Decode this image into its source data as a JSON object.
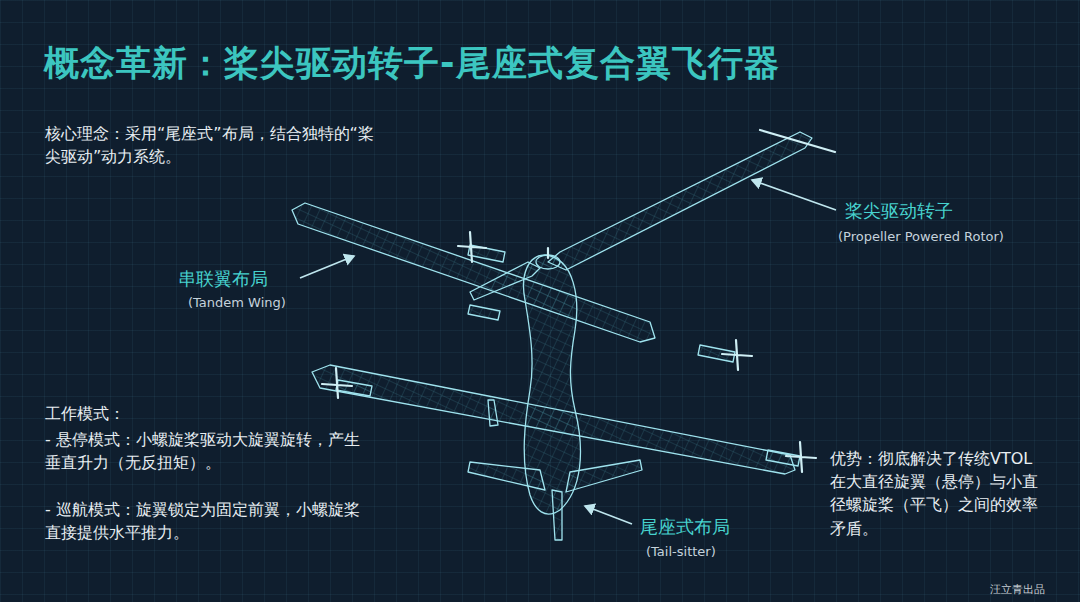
{
  "diagram": {
    "title": "概念革新：桨尖驱动转子-尾座式复合翼飞行器",
    "labels": [
      "核心理念：采用“尾座式”布局，结合独特的“桨尖驱动”动力系统。",
      "桨尖驱动转子",
      "(Propeller Powered Rotor)",
      "串联翼布局",
      "(Tandem Wing)",
      "工作模式：",
      "- 悬停模式：小螺旋桨驱动大旋翼旋转，产生垂直升力（无反扭矩）。",
      "- 巡航模式：旋翼锁定为固定前翼，小螺旋桨直接提供水平推力。",
      "尾座式布局",
      "(Tail-sitter)",
      "优势：彻底解决了传统VTOL在大直径旋翼（悬停）与小直径螺旋桨（平飞）之间的效率矛盾。",
      "汪立青出品"
    ]
  }
}
